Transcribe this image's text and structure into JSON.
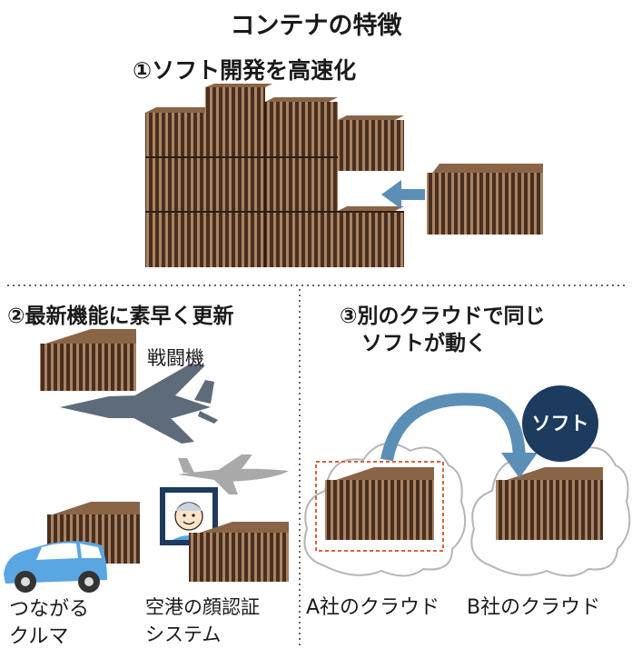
{
  "title": "コンテナの特徴",
  "section1": {
    "heading": "①ソフト開発を高速化"
  },
  "section2": {
    "heading": "②最新機能に素早く更新",
    "fighter_label": "戦闘機",
    "car_label_line1": "つながる",
    "car_label_line2": "クルマ",
    "face_label_line1": "空港の顔認証",
    "face_label_line2": "システム"
  },
  "section3": {
    "heading_line1": "③別のクラウドで同じ",
    "heading_line2": "ソフトが動く",
    "badge": "ソフト",
    "cloud_a": "A社のクラウド",
    "cloud_b": "B社のクラウド"
  },
  "colors": {
    "container_dark": "#4a2f1f",
    "container_light": "#a88463",
    "container_top": "#8a6446",
    "arrow": "#5b8fb5",
    "jet": "#5e6b7a",
    "plane_grey": "#a9a9a9",
    "car": "#5aa6e3",
    "badge": "#1d3b5f",
    "divider": "#666666",
    "dashed_box": "#d9633a",
    "cloud_stroke": "#b5b5b5"
  },
  "icons": [
    "airplane-icon",
    "car-icon",
    "face-id-icon",
    "cloud-icon",
    "curved-arrow-icon"
  ]
}
